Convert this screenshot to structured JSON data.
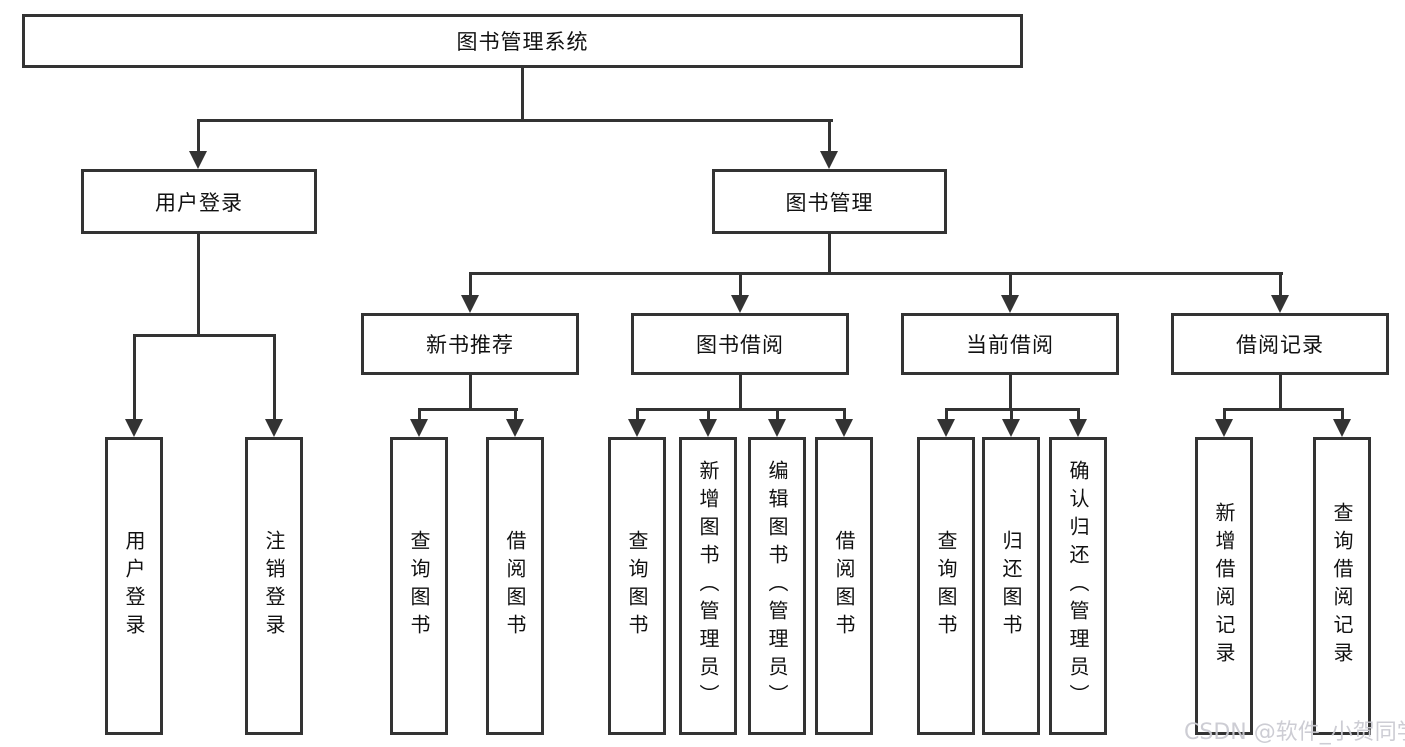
{
  "tree": {
    "label": "图书管理系统",
    "children": [
      {
        "label": "用户登录",
        "children": [
          {
            "label": "用户登录"
          },
          {
            "label": "注销登录"
          }
        ]
      },
      {
        "label": "图书管理",
        "children": [
          {
            "label": "新书推荐",
            "children": [
              {
                "label": "查询图书"
              },
              {
                "label": "借阅图书"
              }
            ]
          },
          {
            "label": "图书借阅",
            "children": [
              {
                "label": "查询图书"
              },
              {
                "label": "新增图书（管理员）"
              },
              {
                "label": "编辑图书（管理员）"
              },
              {
                "label": "借阅图书"
              }
            ]
          },
          {
            "label": "当前借阅",
            "children": [
              {
                "label": "查询图书"
              },
              {
                "label": "归还图书"
              },
              {
                "label": "确认归还（管理员）"
              }
            ]
          },
          {
            "label": "借阅记录",
            "children": [
              {
                "label": "新增借阅记录"
              },
              {
                "label": "查询借阅记录"
              }
            ]
          }
        ]
      }
    ]
  },
  "watermark": {
    "text": "CSDN @软件_小贺同学"
  },
  "colors": {
    "line": "#333333",
    "box_border": "#333333",
    "text": "#111111",
    "watermark": "#cbcbd2",
    "background": "#ffffff"
  }
}
